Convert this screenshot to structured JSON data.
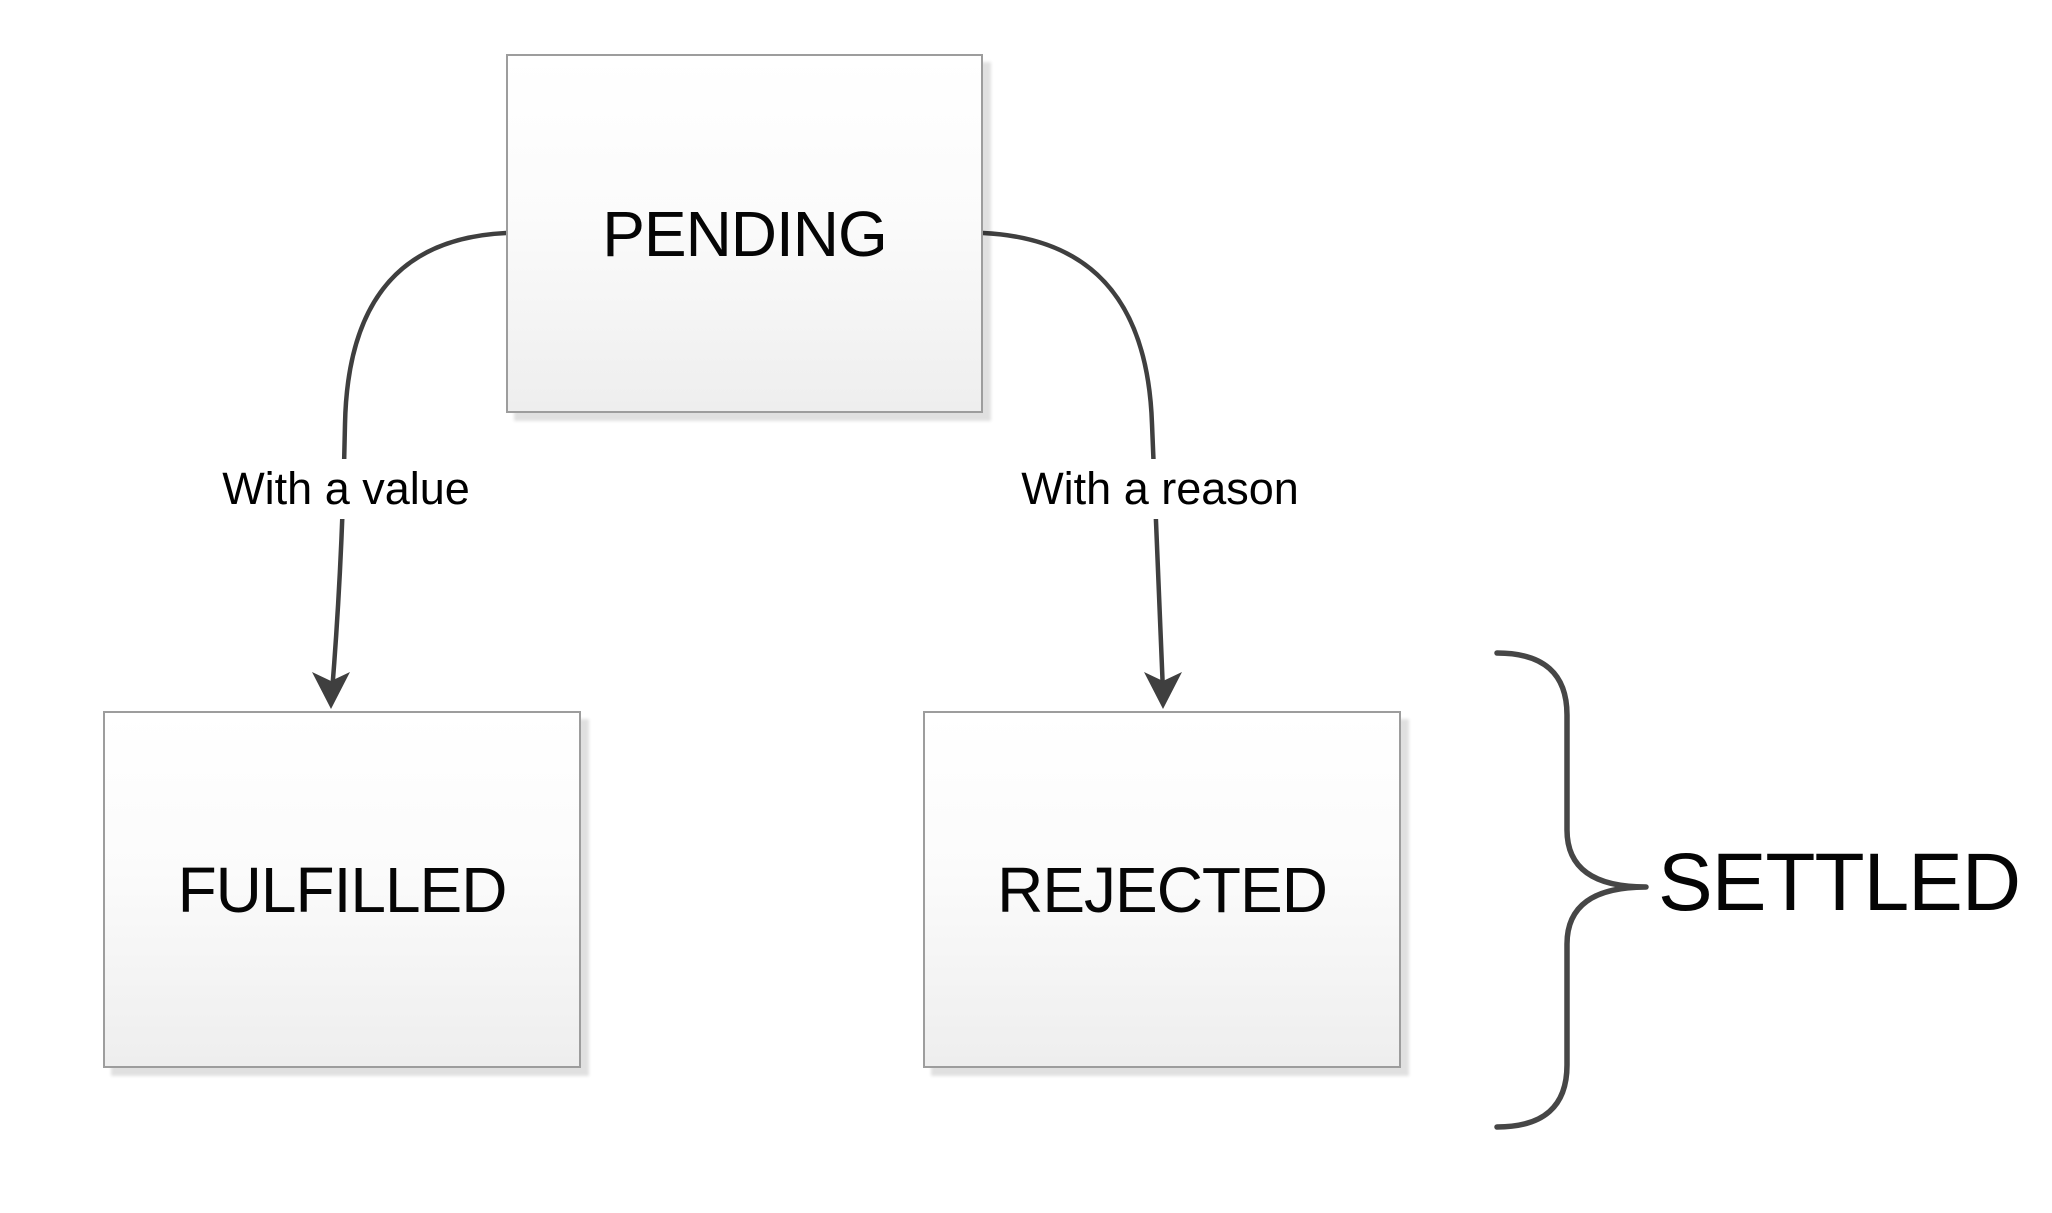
{
  "diagram": {
    "nodes": [
      {
        "id": "pending",
        "label": "PENDING"
      },
      {
        "id": "fulfilled",
        "label": "FULFILLED"
      },
      {
        "id": "rejected",
        "label": "REJECTED"
      }
    ],
    "edges": [
      {
        "from": "pending",
        "to": "fulfilled",
        "label": "With a value"
      },
      {
        "from": "pending",
        "to": "rejected",
        "label": "With a reason"
      }
    ],
    "annotation": {
      "label": "SETTLED"
    },
    "colors": {
      "background": "#ffffff",
      "connector": "#3f3f3f",
      "brace": "#464646",
      "node_border": "#9d9d9d",
      "node_fill_top": "#ffffff",
      "node_fill_bottom": "#eeeeee",
      "text": "#050505"
    }
  }
}
